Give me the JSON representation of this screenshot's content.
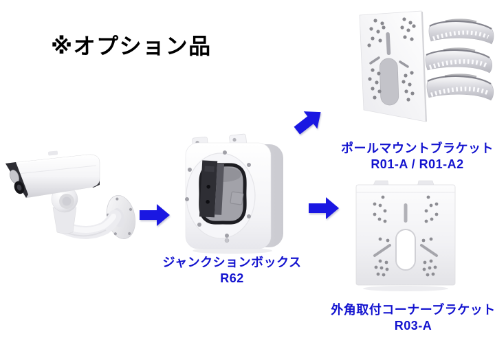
{
  "title": "※オプション品",
  "colors": {
    "background": "#ffffff",
    "title_text": "#000000",
    "label_text": "#1313cf",
    "arrow_fill": "#1a17e2"
  },
  "labels": {
    "junction_box": {
      "line1": "ジャンクションボックス",
      "line2": "R62"
    },
    "pole_mount_bracket": {
      "line1": "ポールマウントブラケット",
      "line2": "R01-A / R01-A2"
    },
    "corner_bracket": {
      "line1": "外角取付コーナーブラケット",
      "line2": "R03-A"
    }
  },
  "icons": {
    "camera": "bullet-camera-with-wall-mount",
    "junction_box": "junction-box-product",
    "pole_mount_bracket": "pole-mount-bracket-with-band-clamps",
    "corner_bracket": "corner-mount-bracket-plate",
    "arrow_camera_to_junction": "right-block-arrow",
    "arrow_junction_to_pole": "up-right-block-arrow",
    "arrow_junction_to_corner": "right-block-arrow"
  }
}
